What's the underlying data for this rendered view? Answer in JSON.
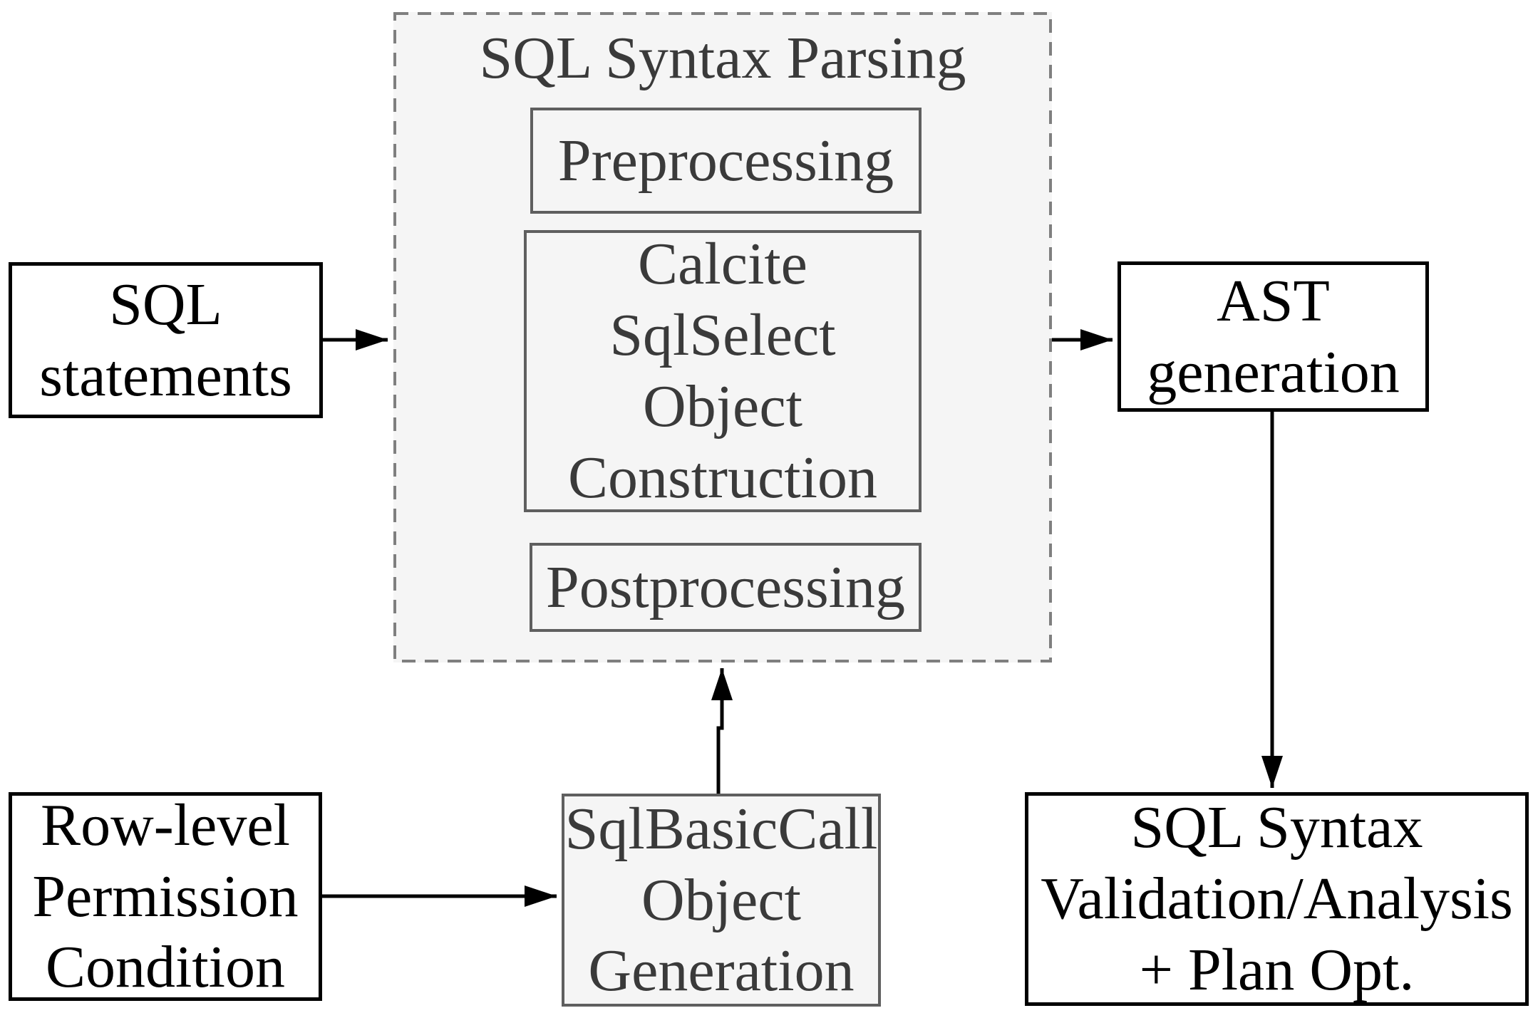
{
  "theme": {
    "canvas_bg": "#ffffff",
    "container_bg": "#f5f5f5",
    "container_border": "#7f7f7f",
    "inner_box_bg": "#f5f5f5",
    "inner_box_border": "#5f5f5f",
    "inner_text": "#3a3a3a",
    "outer_box_bg": "#ffffff",
    "outer_box_border": "#000000",
    "outer_text": "#000000",
    "arrow_color": "#000000"
  },
  "nodes": {
    "sql_statements": "SQL\nstatements",
    "parser_group_title": "SQL Syntax Parsing",
    "preprocessing": "Preprocessing",
    "calcite_sqlselect": "Calcite\nSqlSelect\nObject\nConstruction",
    "postprocessing": "Postprocessing",
    "ast_generation": "AST\ngeneration",
    "row_level_permission": "Row-level\nPermission\nCondition",
    "sql_basic_call": "SqlBasicCall\nObject\nGeneration",
    "validation_plan_opt": "SQL Syntax\nValidation/Analysis\n+ Plan Opt."
  }
}
